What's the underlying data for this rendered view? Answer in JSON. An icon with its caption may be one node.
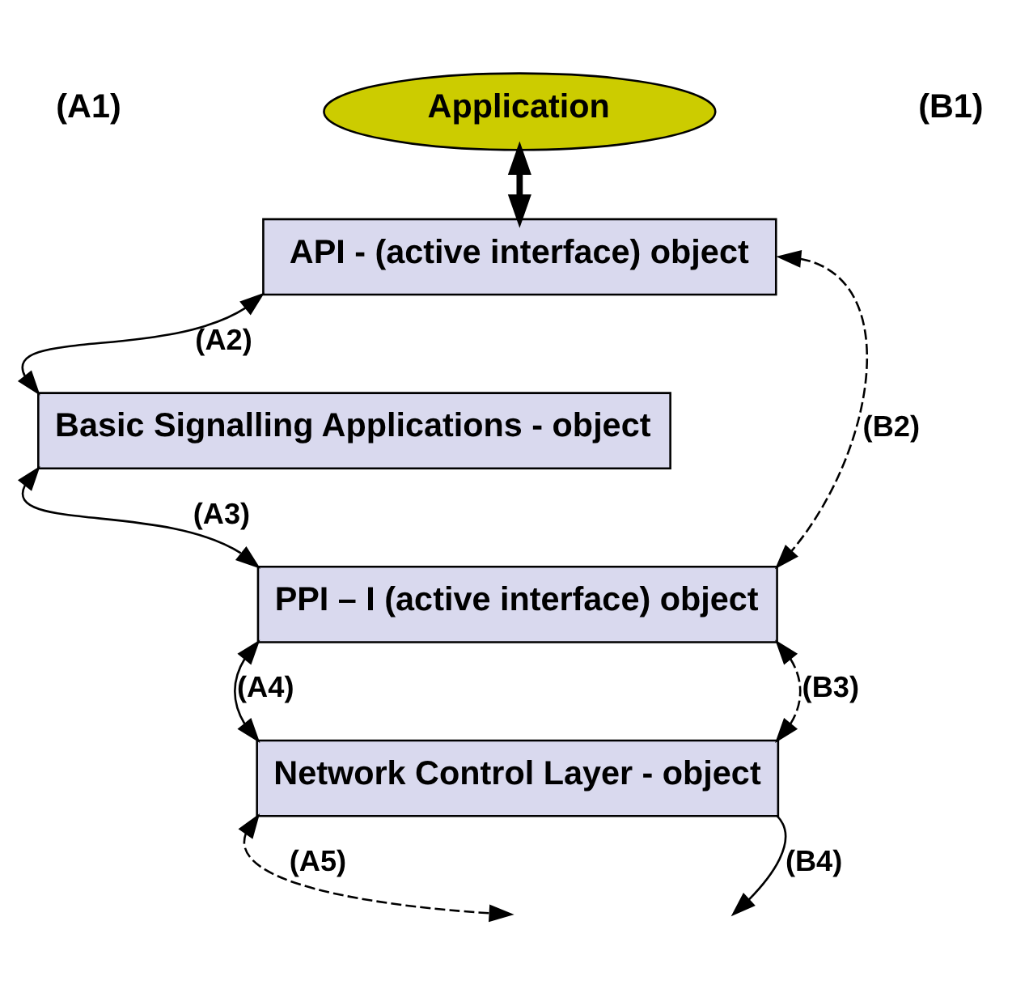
{
  "diagram": {
    "nodes": [
      {
        "text": [
          "Application"
        ]
      },
      {
        "text": [
          "API - (active interface) object"
        ]
      },
      {
        "text": [
          "Basic Signalling Applications - object"
        ]
      },
      {
        "text": [
          "PPI – I (active interface) object"
        ]
      },
      {
        "text": [
          "Network Control Layer - object"
        ]
      }
    ],
    "edges": [
      {
        "from": 0,
        "to": 1,
        "arrow": "both",
        "style": "thick"
      },
      {
        "from": 1,
        "to": 2,
        "arrow": "both",
        "label": "(A2)"
      },
      {
        "from": 2,
        "to": 3,
        "arrow": "both",
        "label": "(A3)"
      },
      {
        "from": 3,
        "to": 4,
        "arrow": "both",
        "label": "(A4)"
      },
      {
        "from": 4,
        "to": null,
        "arrow": "both",
        "label": "(A5)",
        "style": "dashed"
      },
      {
        "from": 1,
        "to": 3,
        "arrow": "both",
        "label": "(B2)",
        "style": "dashed"
      },
      {
        "from": 3,
        "to": 4,
        "arrow": "both",
        "label": "(B3)",
        "style": "dashed"
      },
      {
        "from": 4,
        "to": null,
        "arrow": "to",
        "label": "(B4)"
      }
    ],
    "labels": [
      "(A1)",
      "(B1)"
    ]
  }
}
